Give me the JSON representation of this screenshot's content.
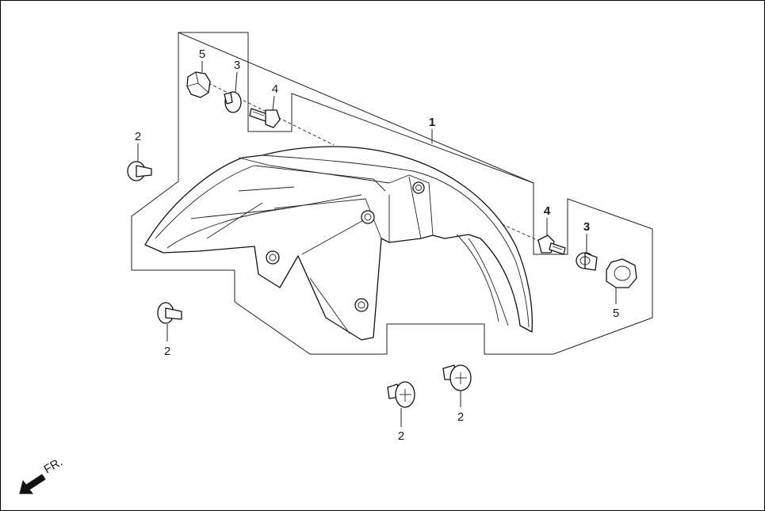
{
  "callouts": {
    "fender": "1",
    "rivet_left_top": "2",
    "rivet_left_bottom": "2",
    "rivet_bottom_center": "2",
    "rivet_bottom_right": "2",
    "collar_left": "3",
    "collar_right": "3",
    "bolt_left": "4",
    "bolt_right": "4",
    "grommet_left": "5",
    "grommet_right": "5"
  },
  "direction_label": "FR."
}
